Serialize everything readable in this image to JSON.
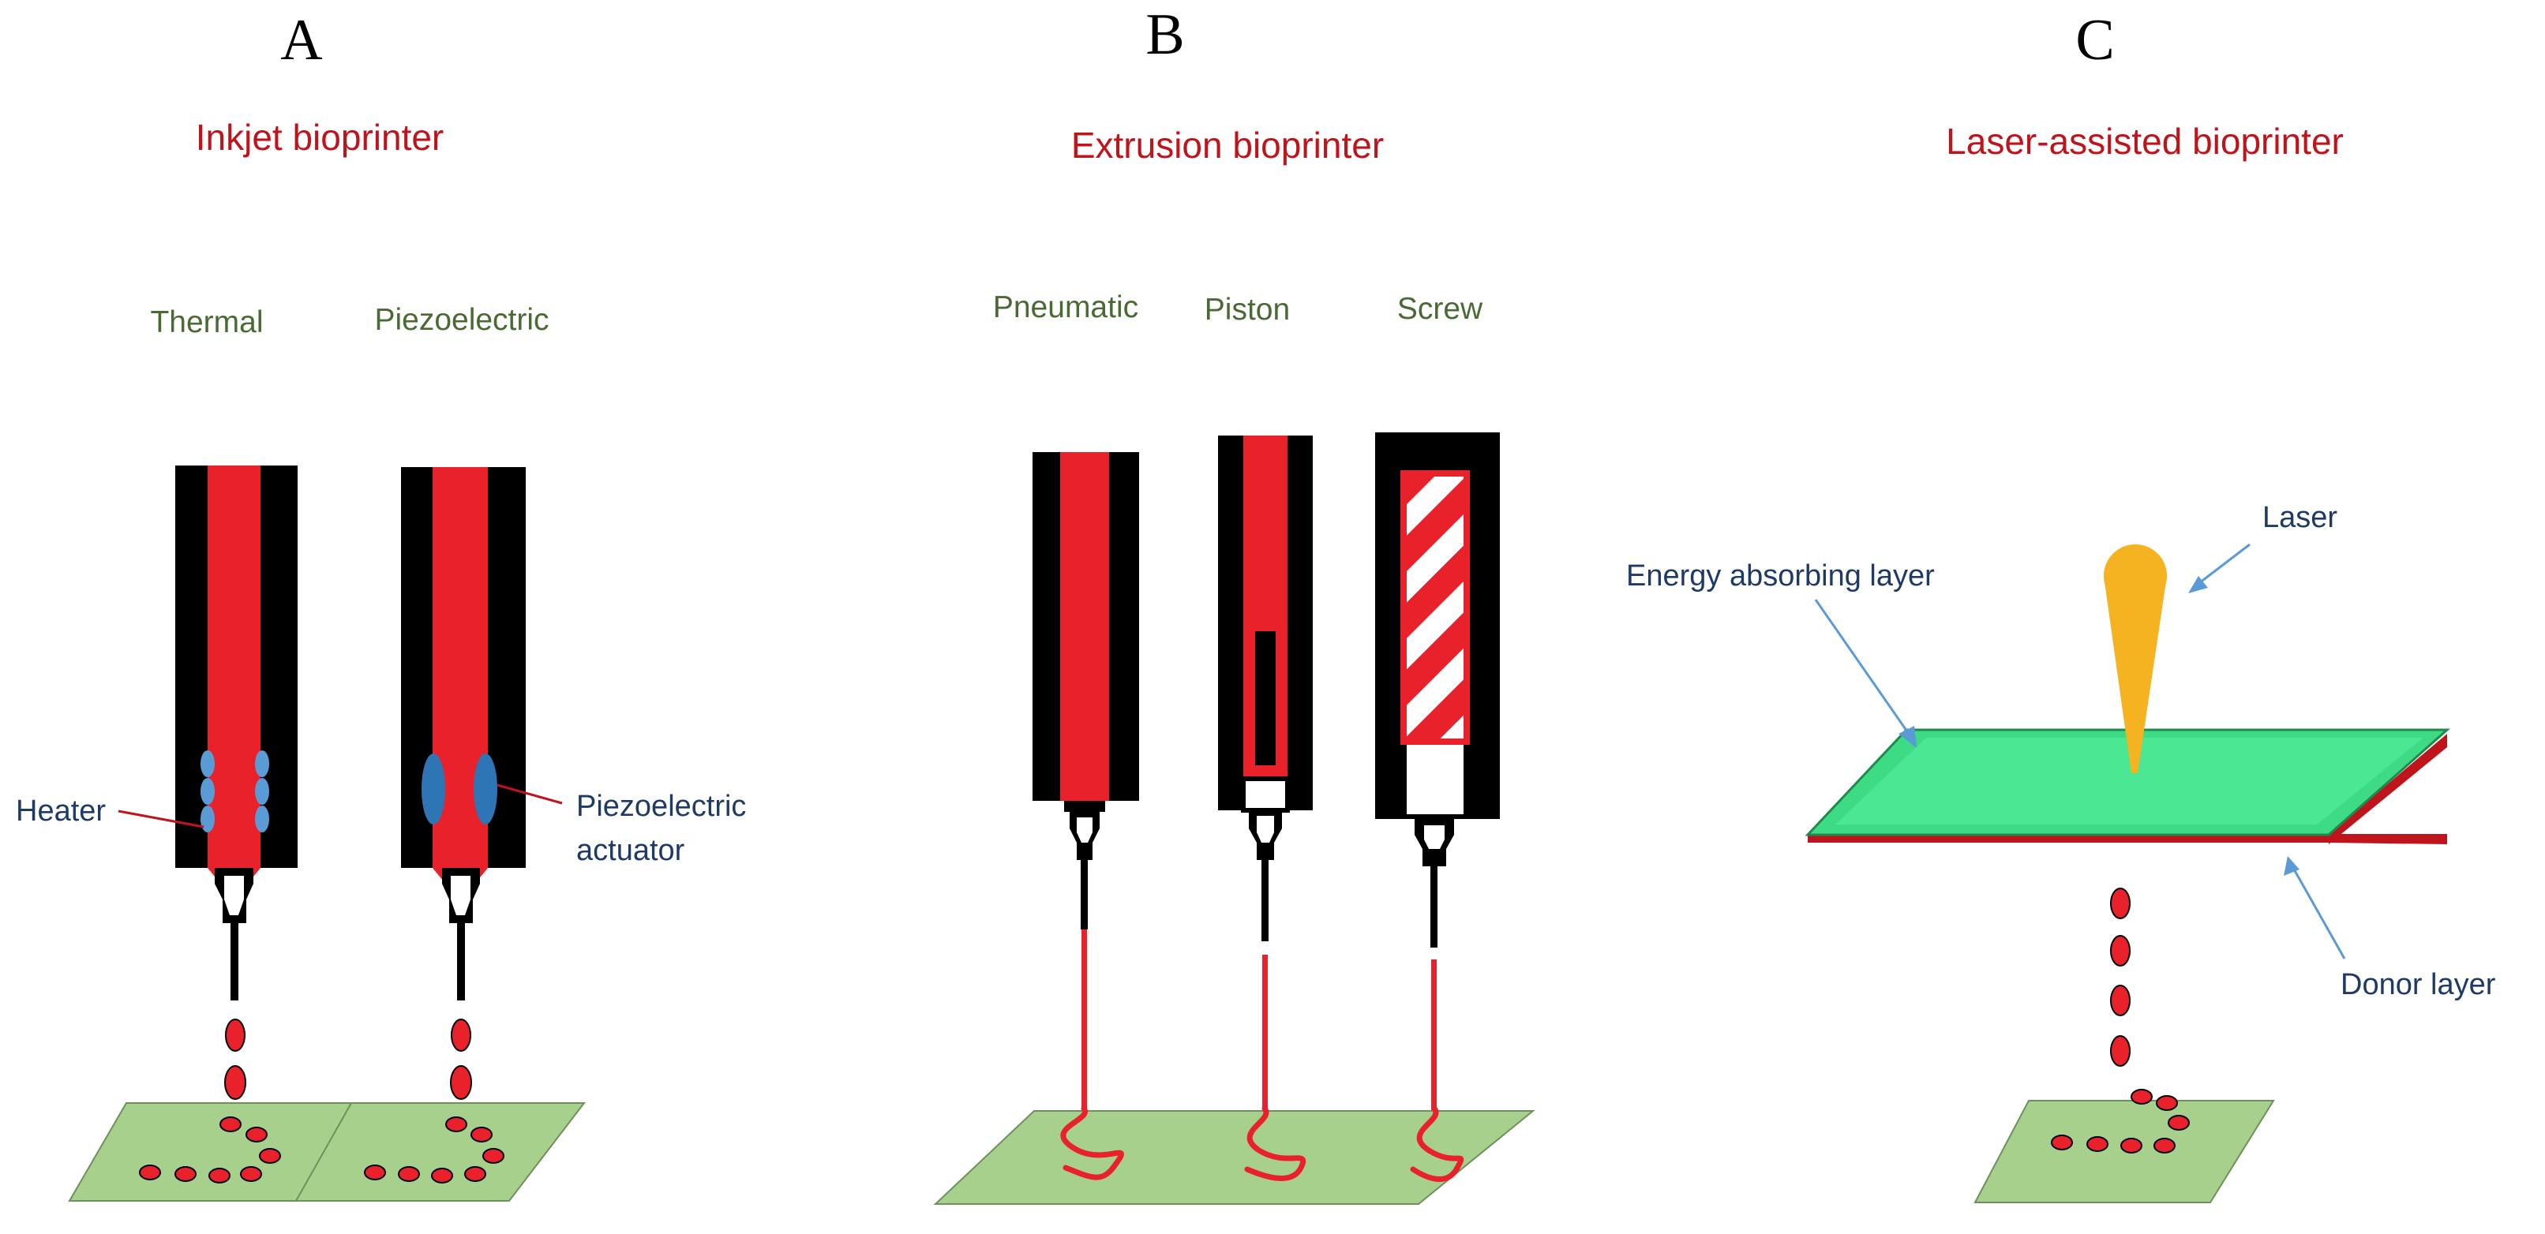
{
  "panels": {
    "a": {
      "letter": "A",
      "title": "Inkjet bioprinter",
      "types": [
        "Thermal",
        "Piezoelectric"
      ],
      "callouts": {
        "heater": "Heater",
        "piezo_line1": "Piezoelectric",
        "piezo_line2": "actuator"
      }
    },
    "b": {
      "letter": "B",
      "title": "Extrusion bioprinter",
      "types": [
        "Pneumatic",
        "Piston",
        "Screw"
      ]
    },
    "c": {
      "letter": "C",
      "title": "Laser-assisted bioprinter",
      "callouts": {
        "laser": "Laser",
        "energy_layer": "Energy absorbing layer",
        "donor_layer": "Donor layer"
      }
    }
  },
  "colors": {
    "ink": "#e8212b",
    "nozzle_body": "#000000",
    "substrate": "#a8d08d",
    "actuator": "#2e75b6",
    "heater": "#5b9bd5",
    "energy_layer": "#3ddc84",
    "donor_layer": "#c0141c",
    "laser": "#f5b322",
    "callout_line": "#5b9bd5"
  }
}
